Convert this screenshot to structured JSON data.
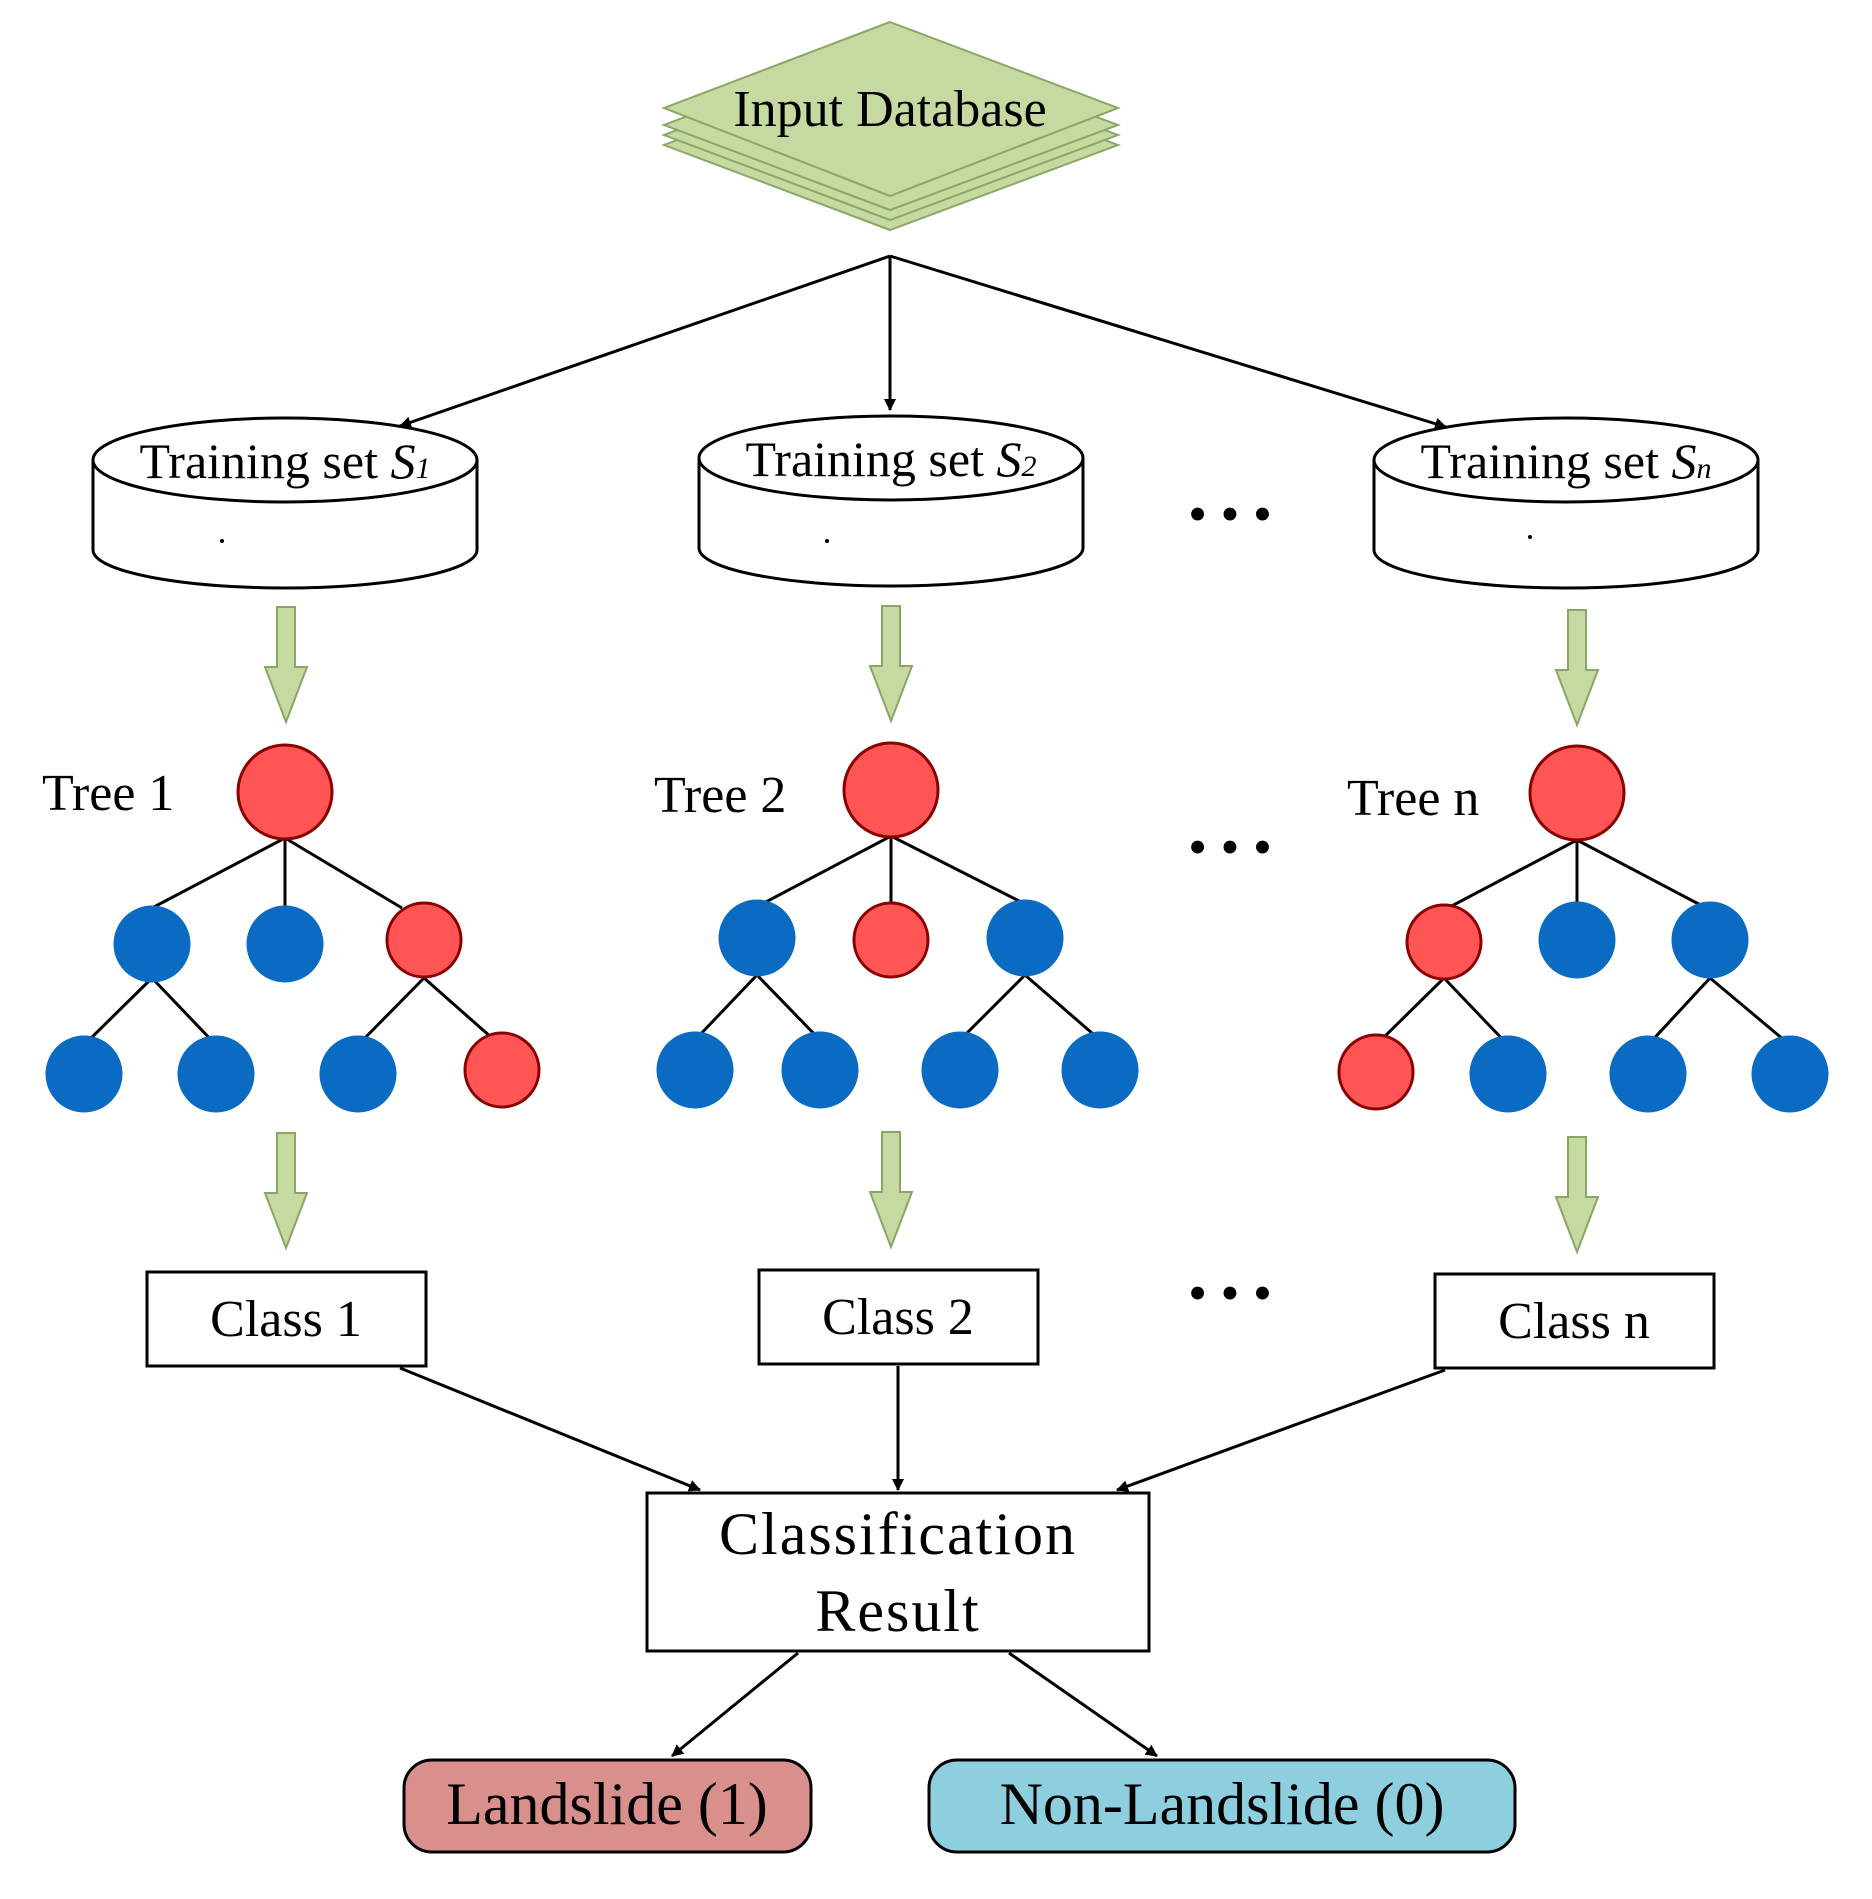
{
  "input": {
    "label": "Input Database"
  },
  "training_sets": [
    {
      "prefix": "Training set ",
      "symbol": "S",
      "subscript": "1"
    },
    {
      "prefix": "Training set ",
      "symbol": "S",
      "subscript": "2"
    },
    {
      "prefix": "Training set ",
      "symbol": "S",
      "subscript": "n"
    }
  ],
  "trees": [
    {
      "label": "Tree 1",
      "nodes": [
        "red",
        "blue",
        "blue",
        "red",
        "blue",
        "blue",
        "blue",
        "red"
      ]
    },
    {
      "label": "Tree 2",
      "nodes": [
        "red",
        "blue",
        "red",
        "blue",
        "blue",
        "blue",
        "blue",
        "blue"
      ]
    },
    {
      "label": "Tree n",
      "nodes": [
        "red",
        "red",
        "blue",
        "blue",
        "red",
        "blue",
        "blue",
        "blue"
      ]
    }
  ],
  "classes": [
    "Class 1",
    "Class 2",
    "Class n"
  ],
  "ellipsis": "• • •",
  "result": {
    "line1": "Classification",
    "line2": "Result"
  },
  "outcomes": [
    {
      "label": "Landslide (1)"
    },
    {
      "label": "Non-Landslide (0)"
    }
  ],
  "colors": {
    "red_node": "#ff5555",
    "blue_node": "#0b6bc2",
    "green_arrow": "#c5d9a0",
    "database_fill": "#c5d9a0",
    "landslide_fill": "#d98f8b",
    "nonlandslide_fill": "#8ecfdf"
  }
}
